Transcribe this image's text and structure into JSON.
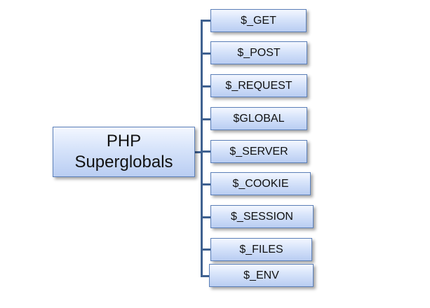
{
  "diagram": {
    "root": {
      "line1": "PHP",
      "line2": "Superglobals"
    },
    "children": [
      "$_GET",
      "$_POST",
      "$_REQUEST",
      "$GLOBAL",
      "$_SERVER",
      "$_COOKIE",
      "$_SESSION",
      "$_FILES",
      "$_ENV"
    ],
    "colors": {
      "box_top": "#f3f7ff",
      "box_bottom": "#b9cdf2",
      "box_border": "#5b7fb8",
      "connector": "#3f6190",
      "text": "#111111"
    }
  }
}
